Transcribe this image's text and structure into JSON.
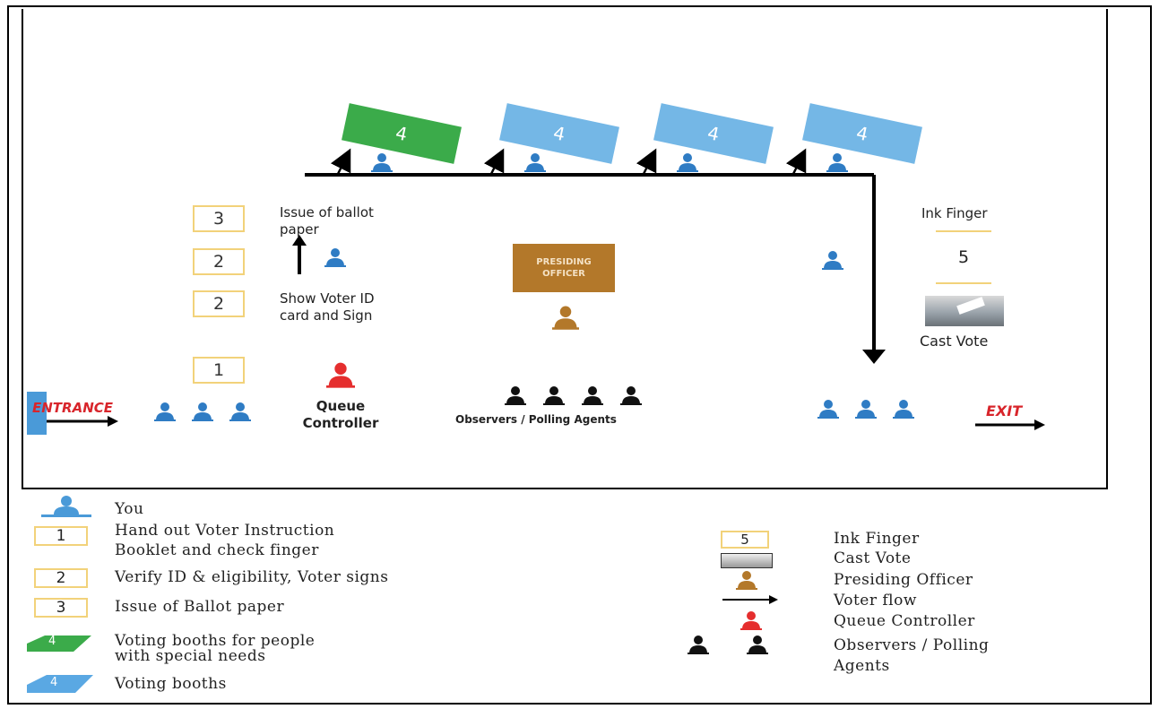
{
  "map": {
    "booths": [
      {
        "label": "4",
        "color": "#3bab4a"
      },
      {
        "label": "4",
        "color": "#74b7e6"
      },
      {
        "label": "4",
        "color": "#74b7e6"
      },
      {
        "label": "4",
        "color": "#74b7e6"
      }
    ],
    "steps": {
      "step3_box": "3",
      "step2a_box": "2",
      "step2b_box": "2",
      "step1_box": "1",
      "step5_box": "5",
      "issue_ballot": "Issue of ballot\npaper",
      "show_voter_id": "Show Voter ID\ncard and Sign",
      "ink_finger": "Ink Finger",
      "cast_vote": "Cast Vote"
    },
    "presiding_officer": "PRESIDING\nOFFICER",
    "queue_controller": "Queue\nController",
    "observers": "Observers / Polling Agents",
    "entrance": "ENTRANCE",
    "exit": "EXIT",
    "colors": {
      "you": "#2f7cc4",
      "presiding": "#b3782a",
      "queue": "#e52e2e",
      "observer": "#111111",
      "special_booth": "#3bab4a",
      "booth": "#74b7e6",
      "entrance_bar": "#4a9ad8"
    }
  },
  "legend": {
    "you": "You",
    "item1_box": "1",
    "item1": "Hand out Voter Instruction\nBooklet and check finger",
    "item2_box": "2",
    "item2": "Verify ID & eligibility, Voter signs",
    "item3_box": "3",
    "item3": "Issue of Ballot paper",
    "special_booth_box": "4",
    "special_booth": "Voting booths for people\nwith special needs",
    "booth_box": "4",
    "booth": "Voting booths",
    "item5_box": "5",
    "ink_finger": "Ink Finger",
    "cast_vote": "Cast Vote",
    "presiding": "Presiding Officer",
    "voter_flow": "Voter flow",
    "queue": "Queue Controller",
    "observers": "Observers / Polling\nAgents"
  }
}
